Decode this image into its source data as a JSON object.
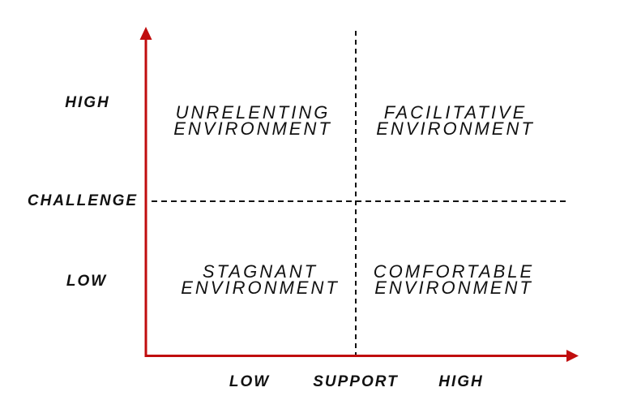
{
  "diagram": {
    "type": "quadrant-matrix",
    "colors": {
      "axis_red": "#c00d0e",
      "line_black": "#111111",
      "text": "#111111",
      "background": "#ffffff"
    },
    "y_axis": {
      "title": "CHALLENGE",
      "high_label": "HIGH",
      "low_label": "LOW"
    },
    "x_axis": {
      "title": "SUPPORT",
      "low_label": "LOW",
      "high_label": "HIGH"
    },
    "quadrants": {
      "top_left": {
        "line1": "UNRELENTING",
        "line2": "ENVIRONMENT"
      },
      "top_right": {
        "line1": "FACILITATIVE",
        "line2": "ENVIRONMENT"
      },
      "bottom_left": {
        "line1": "STAGNANT",
        "line2": "ENVIRONMENT"
      },
      "bottom_right": {
        "line1": "COMFORTABLE",
        "line2": "ENVIRONMENT"
      }
    }
  }
}
